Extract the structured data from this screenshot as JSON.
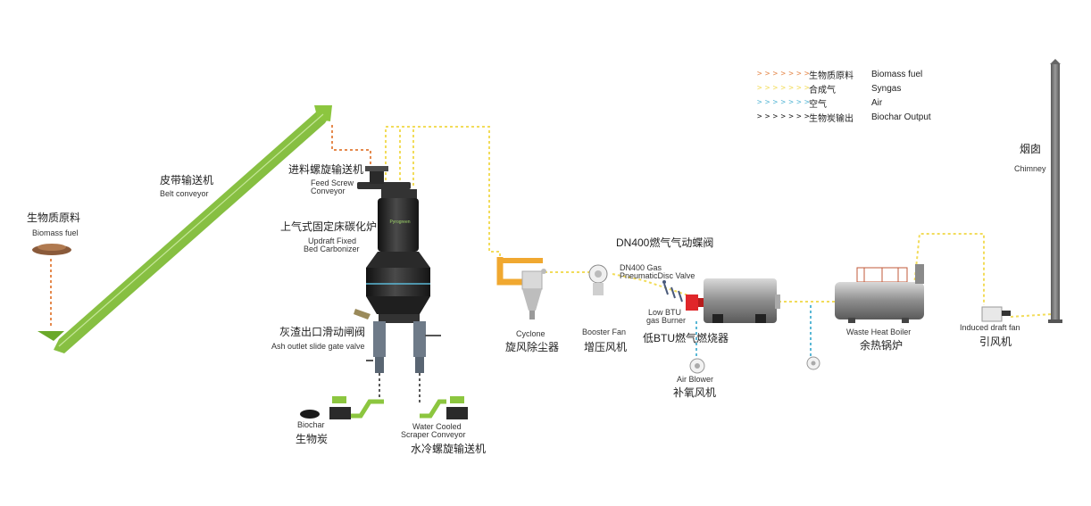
{
  "legend": {
    "items": [
      {
        "zh": "生物质原料",
        "en": "Biomass fuel",
        "color": "#e58a4e",
        "arrows": "> > > > > > >"
      },
      {
        "zh": "合成气",
        "en": "Syngas",
        "color": "#f2dc5a",
        "arrows": "> > > > > > >"
      },
      {
        "zh": "空气",
        "en": "Air",
        "color": "#5ab8d6",
        "arrows": "> > > > > > >"
      },
      {
        "zh": "生物炭输出",
        "en": "Biochar Output",
        "color": "#222222",
        "arrows": "> > > > > > >"
      }
    ]
  },
  "labels": {
    "biomass_zh": "生物质原料",
    "biomass_en": "Biomass fuel",
    "belt_zh": "皮带输送机",
    "belt_en": "Belt conveyor",
    "feed_screw_zh": "进料螺旋输送机",
    "feed_screw_en1": "Feed Screw",
    "feed_screw_en2": "Conveyor",
    "carbonizer_zh": "上气式固定床碳化炉",
    "carbonizer_en1": "Updraft Fixed",
    "carbonizer_en2": "Bed Carbonizer",
    "brand": "Pyrogreen",
    "ash_zh": "灰渣出口滑动闸阀",
    "ash_en": "Ash outlet slide gate valve",
    "biochar_en": "Biochar",
    "biochar_zh": "生物炭",
    "scraper_en1": "Water Cooled",
    "scraper_en2": "Scraper Conveyor",
    "scraper_zh": "水冷螺旋输送机",
    "cyclone_en": "Cyclone",
    "cyclone_zh": "旋风除尘器",
    "booster_en": "Booster Fan",
    "booster_zh": "增压风机",
    "valve_zh": "DN400燃气气动蝶阀",
    "valve_en1": "DN400 Gas",
    "valve_en2": "PneumaticDisc Valve",
    "burner_en1": "Low BTU",
    "burner_en2": "gas Burner",
    "burner_zh": "低BTU燃气燃烧器",
    "air_blower_en": "Air Blower",
    "air_blower_zh": "补氧风机",
    "boiler_en": "Waste Heat Boiler",
    "boiler_zh": "余热锅炉",
    "induced_en": "Induced draft fan",
    "induced_zh": "引风机",
    "chimney_zh": "烟囱",
    "chimney_en": "Chimney"
  },
  "colors": {
    "conveyor_green": "#8cc63f",
    "carbonizer_dark": "#262626",
    "cyclone_orange": "#f0a830",
    "burner_red": "#e0262a",
    "biomass_arrow": "#e58a4e",
    "syngas_arrow": "#f2dc5a",
    "air_arrow": "#5ab8d6",
    "chimney_gray": "#707070"
  }
}
